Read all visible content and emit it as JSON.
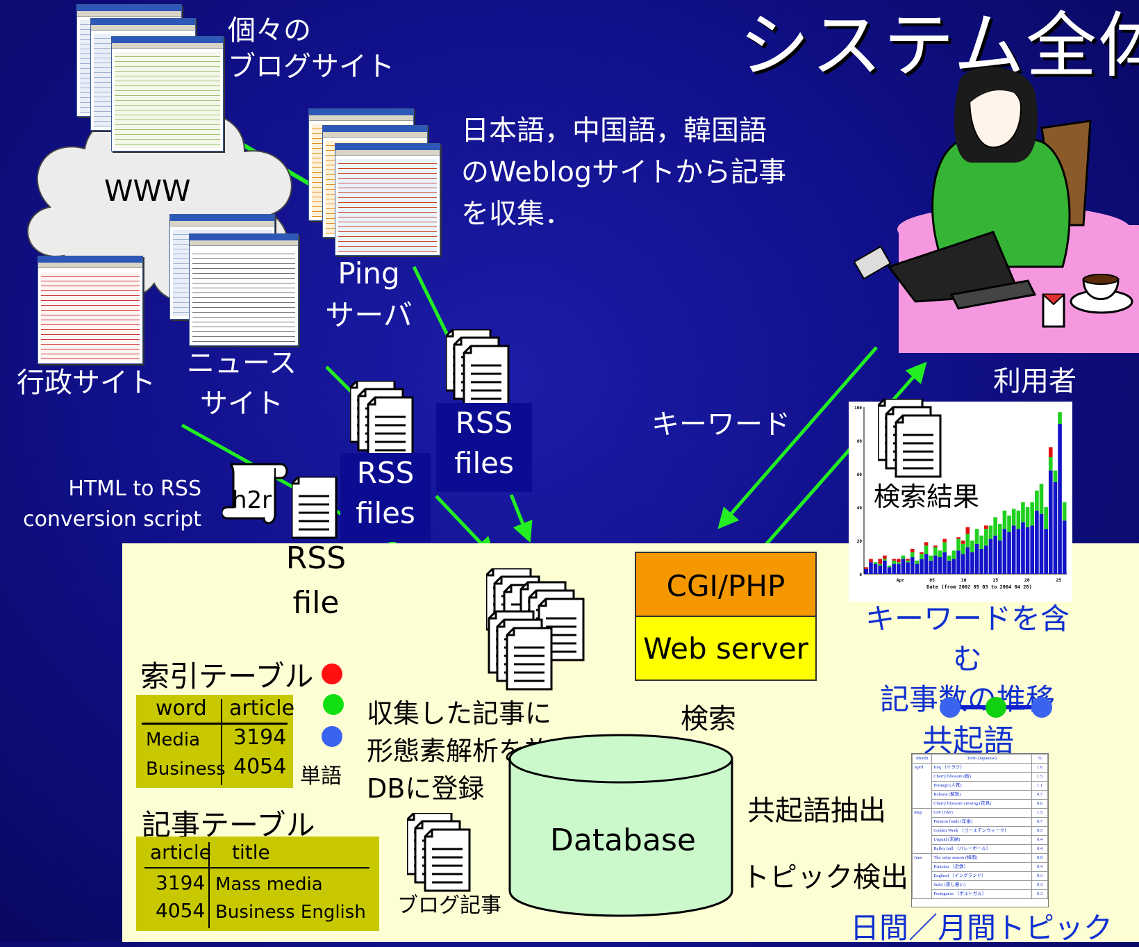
{
  "title": "システム全体",
  "labels": {
    "blog_sites": [
      "個々の",
      "ブログサイト"
    ],
    "www": "WWW",
    "collect_desc": [
      "日本語，中国語，韓国語",
      "のWeblogサイトから記事",
      "を収集．"
    ],
    "ping_server": [
      "Ping",
      "サーバ"
    ],
    "gov_site": "行政サイト",
    "news_site": [
      "ニュース",
      "サイト"
    ],
    "rss_files_a": [
      "RSS",
      "files"
    ],
    "rss_files_b": [
      "RSS",
      "files"
    ],
    "html_to_rss": [
      "HTML to RSS",
      "conversion script"
    ],
    "h2r": "h2r",
    "rss_file": [
      "RSS",
      "file"
    ],
    "keyword": "キーワード",
    "user": "利用者",
    "search_result": "検索結果",
    "trend": [
      "キーワードを含む",
      "記事数の推移"
    ],
    "cgi": "CGI/PHP",
    "web_server": "Web server",
    "search": "検索",
    "cooccurrence": "共起語",
    "index_table": "索引テーブル",
    "word_label": "単語",
    "analysis": [
      "収集した記事に",
      "形態素解析を施し",
      "DBに登録"
    ],
    "database": "Database",
    "cooc_extract": "共起語抽出",
    "topic_detect": "トピック検出",
    "article_table": "記事テーブル",
    "blog_article": "ブログ記事",
    "daily_topic": "日間／月間トピック"
  },
  "index_table": {
    "headers": [
      "word",
      "article"
    ],
    "rows": [
      [
        "Media",
        "3194"
      ],
      [
        "Business",
        "4054"
      ]
    ]
  },
  "article_table": {
    "headers": [
      "article",
      "title"
    ],
    "rows": [
      [
        "3194",
        "Mass media"
      ],
      [
        "4054",
        "Business English"
      ]
    ]
  },
  "topic_table": {
    "headers": [
      "Month",
      "Term (Japanese)",
      "%"
    ],
    "groups": [
      {
        "month": "April",
        "rows": [
          [
            "Iraq （イラク）",
            "1.6"
          ],
          [
            "Cherry blossom (桜)",
            "1.5"
          ],
          [
            "Hostage (人質)",
            "1.1"
          ],
          [
            "Release (解放)",
            "0.7"
          ],
          [
            "Cherry blossom viewing (花見)",
            "0.6"
          ]
        ]
      },
      {
        "month": "May",
        "rows": [
          [
            "GW (GW)",
            "1.5"
          ],
          [
            "Pension funds (年金)",
            "0.7"
          ],
          [
            "Golden Week （ゴールデンウィーク）",
            "0.5"
          ],
          [
            "Unpaid (未納)",
            "0.4"
          ],
          [
            "Balley ball （バレーボール）",
            "0.4"
          ]
        ]
      },
      {
        "month": "June",
        "rows": [
          [
            "The rainy season (梅雨)",
            "0.9"
          ],
          [
            "Kintetsu （近鉄）",
            "0.4"
          ],
          [
            "England （イングランド）",
            "0.3"
          ],
          [
            "Sulty (蒸し暑い)",
            "0.3"
          ],
          [
            "Portuguese （ポルトガル）",
            "0.3"
          ]
        ]
      }
    ]
  },
  "chart_data": {
    "type": "bar",
    "stacked": true,
    "xlabel": "Date (from 2002 05 03 to 2004 04 26)",
    "ylabel": "",
    "ylim": [
      0,
      100
    ],
    "yticks": [
      "0",
      "20",
      "40",
      "60",
      "80",
      "100"
    ],
    "xticks": [
      "Apr",
      "05",
      "10",
      "15",
      "20",
      "25"
    ],
    "series_colors": [
      "#1414c8",
      "#20d020",
      "#e01010"
    ],
    "series": [
      {
        "values": [
          3,
          7,
          6,
          5,
          8,
          4,
          6,
          6,
          9,
          7,
          10,
          6,
          9,
          12,
          8,
          11,
          10,
          13,
          8,
          9,
          14,
          12,
          16,
          13,
          18,
          15,
          17,
          21,
          23,
          20,
          27,
          25,
          29,
          27,
          31,
          28,
          29,
          38,
          36,
          27,
          62,
          55,
          90,
          32
        ]
      },
      {
        "values": [
          0,
          0,
          1,
          1,
          1,
          1,
          2,
          1,
          2,
          1,
          3,
          2,
          3,
          5,
          3,
          5,
          4,
          6,
          3,
          5,
          7,
          6,
          8,
          7,
          9,
          8,
          10,
          8,
          11,
          10,
          11,
          10,
          10,
          11,
          12,
          12,
          14,
          12,
          18,
          13,
          8,
          7,
          7,
          11
        ]
      },
      {
        "values": [
          1,
          2,
          0,
          3,
          2,
          0,
          1,
          2,
          0,
          1,
          2,
          0,
          1,
          2,
          0,
          1,
          0,
          2,
          0,
          0,
          1,
          2,
          4,
          0,
          0,
          0,
          2,
          0,
          0,
          0,
          0,
          0,
          0,
          0,
          0,
          0,
          0,
          0,
          0,
          0,
          6,
          0,
          0,
          0
        ]
      }
    ]
  }
}
